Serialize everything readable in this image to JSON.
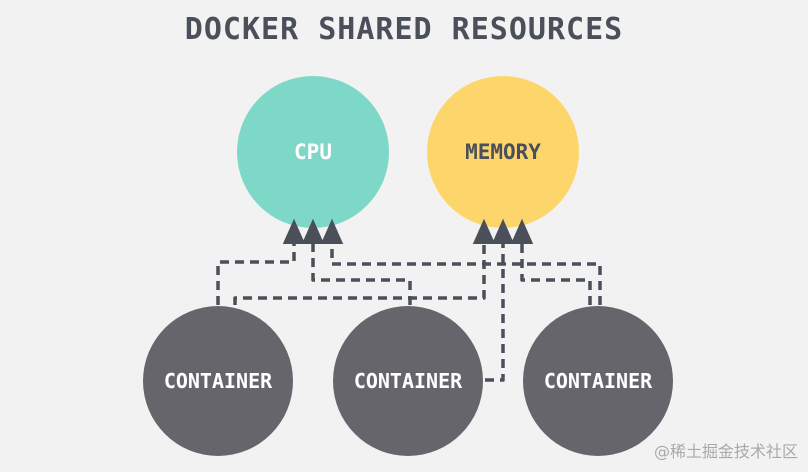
{
  "title": "DOCKER SHARED RESOURCES",
  "nodes": {
    "cpu": {
      "label": "CPU",
      "color": "#7dd8c8"
    },
    "memory": {
      "label": "MEMORY",
      "color": "#fdd66b"
    },
    "container_1": {
      "label": "CONTAINER",
      "color": "#67656c"
    },
    "container_2": {
      "label": "CONTAINER",
      "color": "#67656c"
    },
    "container_3": {
      "label": "CONTAINER",
      "color": "#67656c"
    }
  },
  "connections": [
    {
      "from": "container_1",
      "to": "cpu"
    },
    {
      "from": "container_1",
      "to": "memory"
    },
    {
      "from": "container_2",
      "to": "cpu"
    },
    {
      "from": "container_2",
      "to": "memory"
    },
    {
      "from": "container_3",
      "to": "cpu"
    },
    {
      "from": "container_3",
      "to": "memory"
    }
  ],
  "connector_color": "#4a4f5a",
  "watermark": "@稀土掘金技术社区"
}
